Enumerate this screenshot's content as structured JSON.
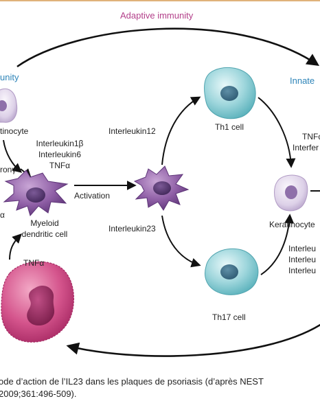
{
  "figure": {
    "adaptive_label": "Adaptive immunity",
    "innate_label_left": "unity",
    "innate_label_right": "Innate",
    "keratinocyte_left": "tinocyte",
    "left_cytokines": [
      "Interleukin1β",
      "Interleukin6",
      "TNFα"
    ],
    "interferon_partial": "ronγ",
    "alpha_partial": "α",
    "myeloid_dc": [
      "Myeloid",
      "dendritic cell"
    ],
    "activation": "Activation",
    "interleukin12": "Interleukin12",
    "interleukin23": "Interleukin23",
    "th1": "Th1 cell",
    "th17": "Th17 cell",
    "tnfa_neutro": "TNFα",
    "keratinocyte_right": "Keratinocyte",
    "right_top_cytokines": [
      "TNFα",
      "Interfer"
    ],
    "right_bottom_cytokines": [
      "Interleu",
      "Interleu",
      "Interleu"
    ]
  },
  "caption": {
    "line1": "ode d’action de l’IL23 dans les plaques de psoriasis (d’après NEST",
    "line2": "2009;361:496-509)."
  },
  "colors": {
    "arrow": "#111111",
    "adaptive": "#b3408a",
    "innate": "#2d84b8",
    "th_cell": "#8fd0d6",
    "dendritic": "#8a5aa0",
    "neutrophil": "#d4548c",
    "keratinocyte": "#d8cde6"
  }
}
